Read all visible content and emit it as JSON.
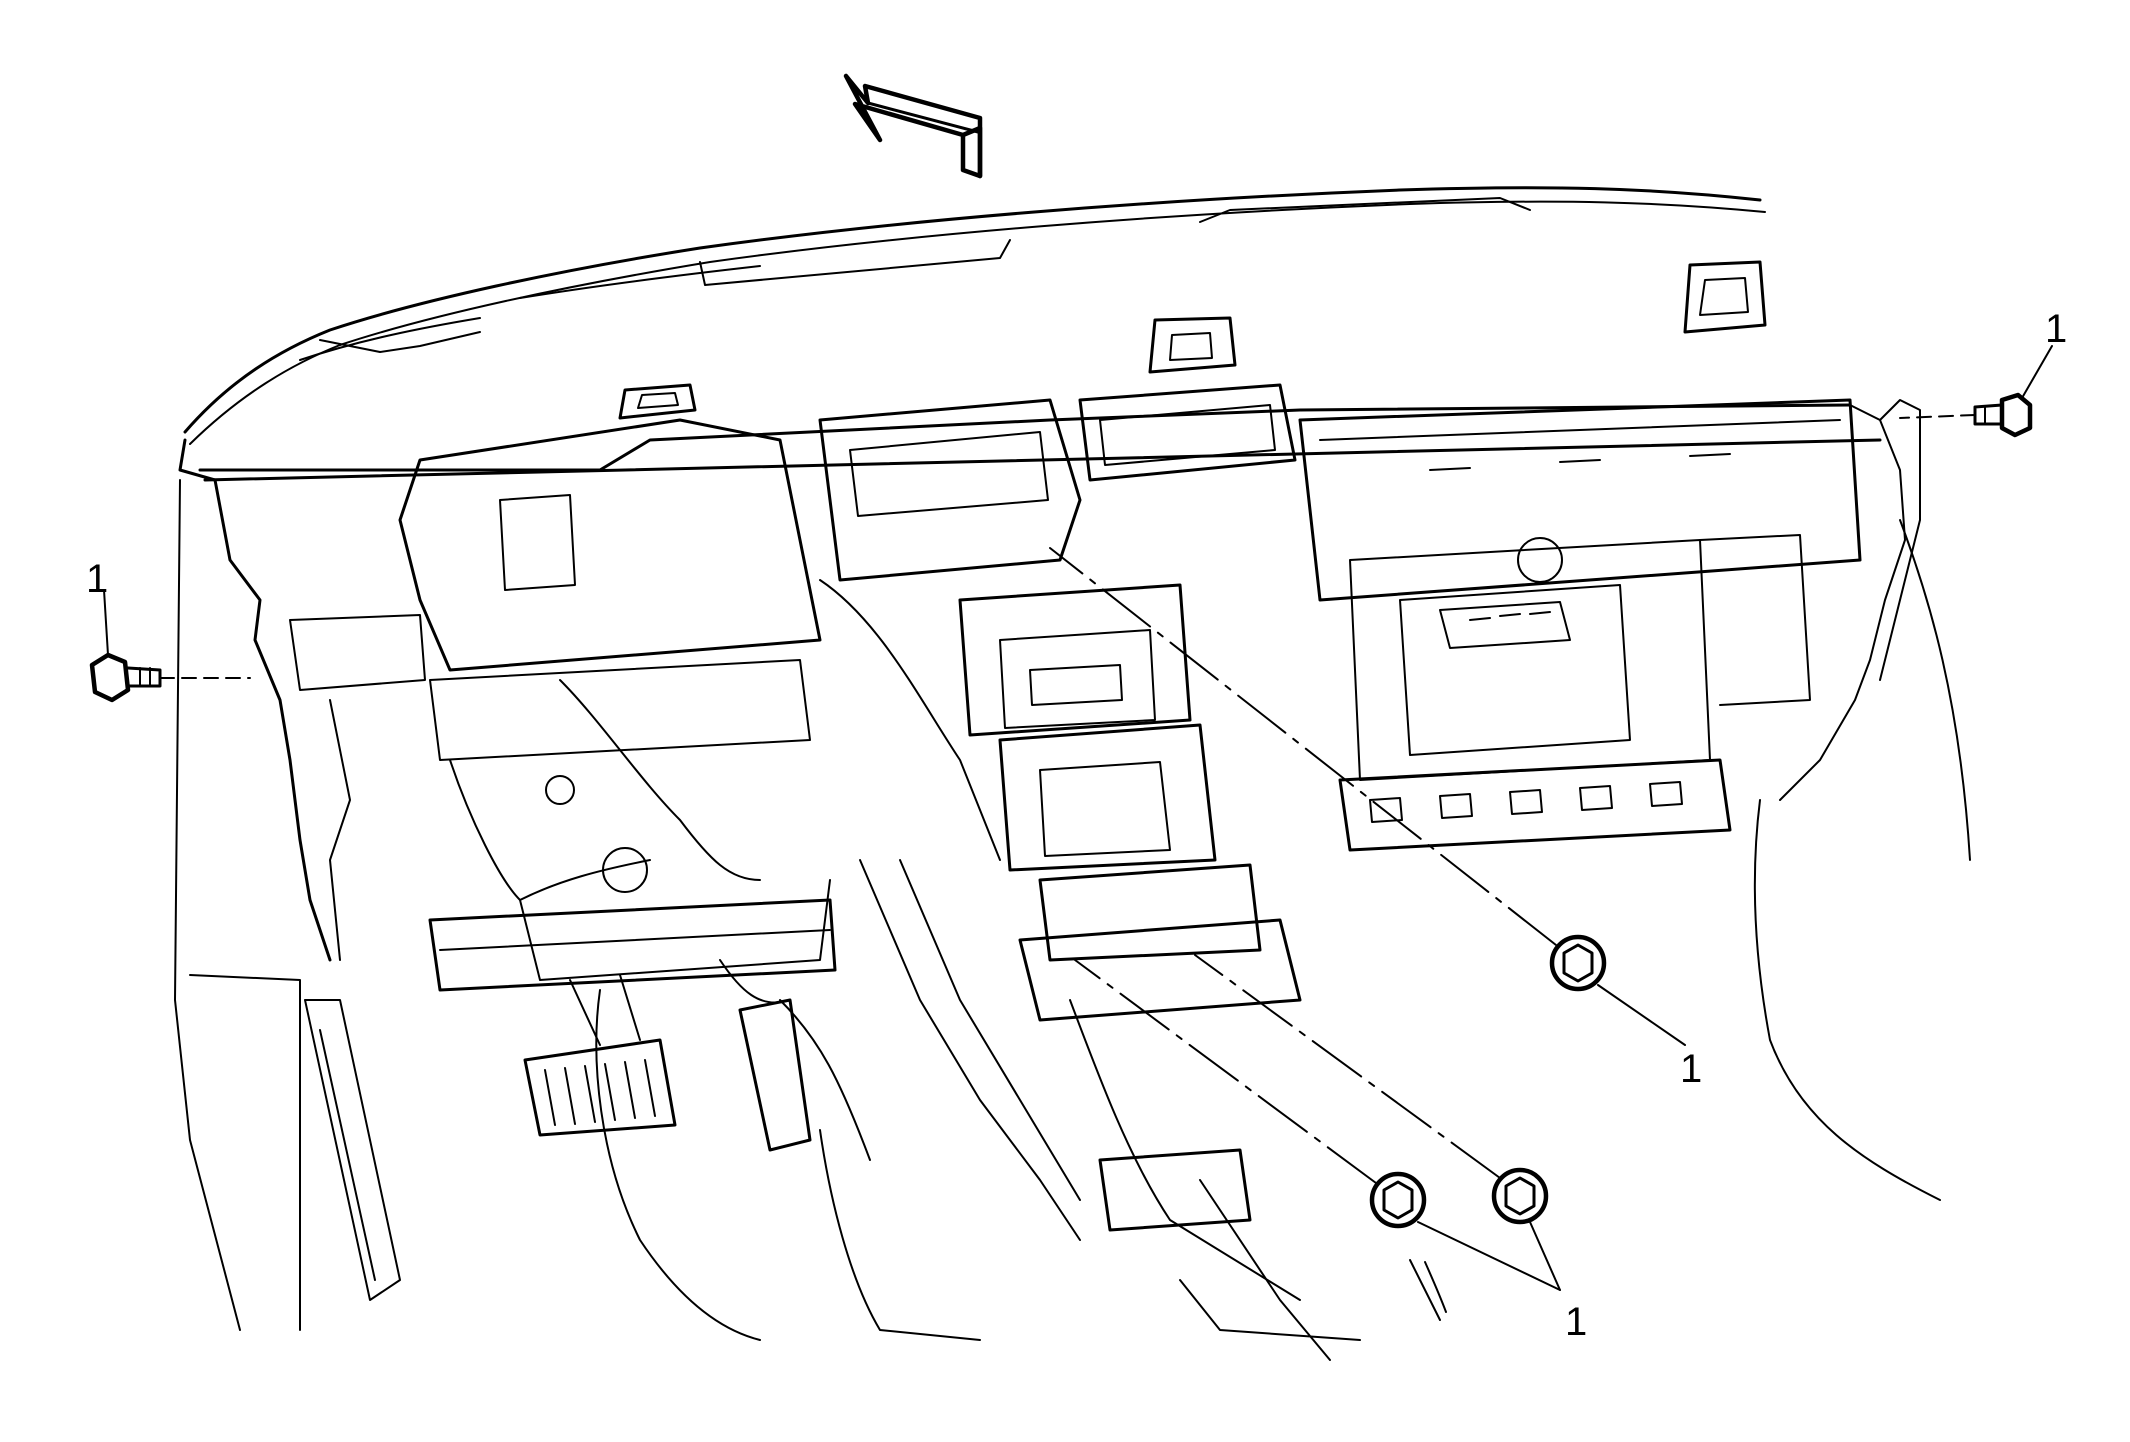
{
  "callouts": [
    {
      "id": "c-left-bolt",
      "label": "1"
    },
    {
      "id": "c-right-bolt",
      "label": "1"
    },
    {
      "id": "c-center-nut",
      "label": "1"
    },
    {
      "id": "c-lower-nuts",
      "label": "1"
    }
  ],
  "icons": {
    "direction_arrow": "forward-arrow-icon",
    "fastener": "bolt-icon",
    "nut": "nut-icon"
  },
  "colors": {
    "line": "#000000",
    "background": "#ffffff"
  }
}
